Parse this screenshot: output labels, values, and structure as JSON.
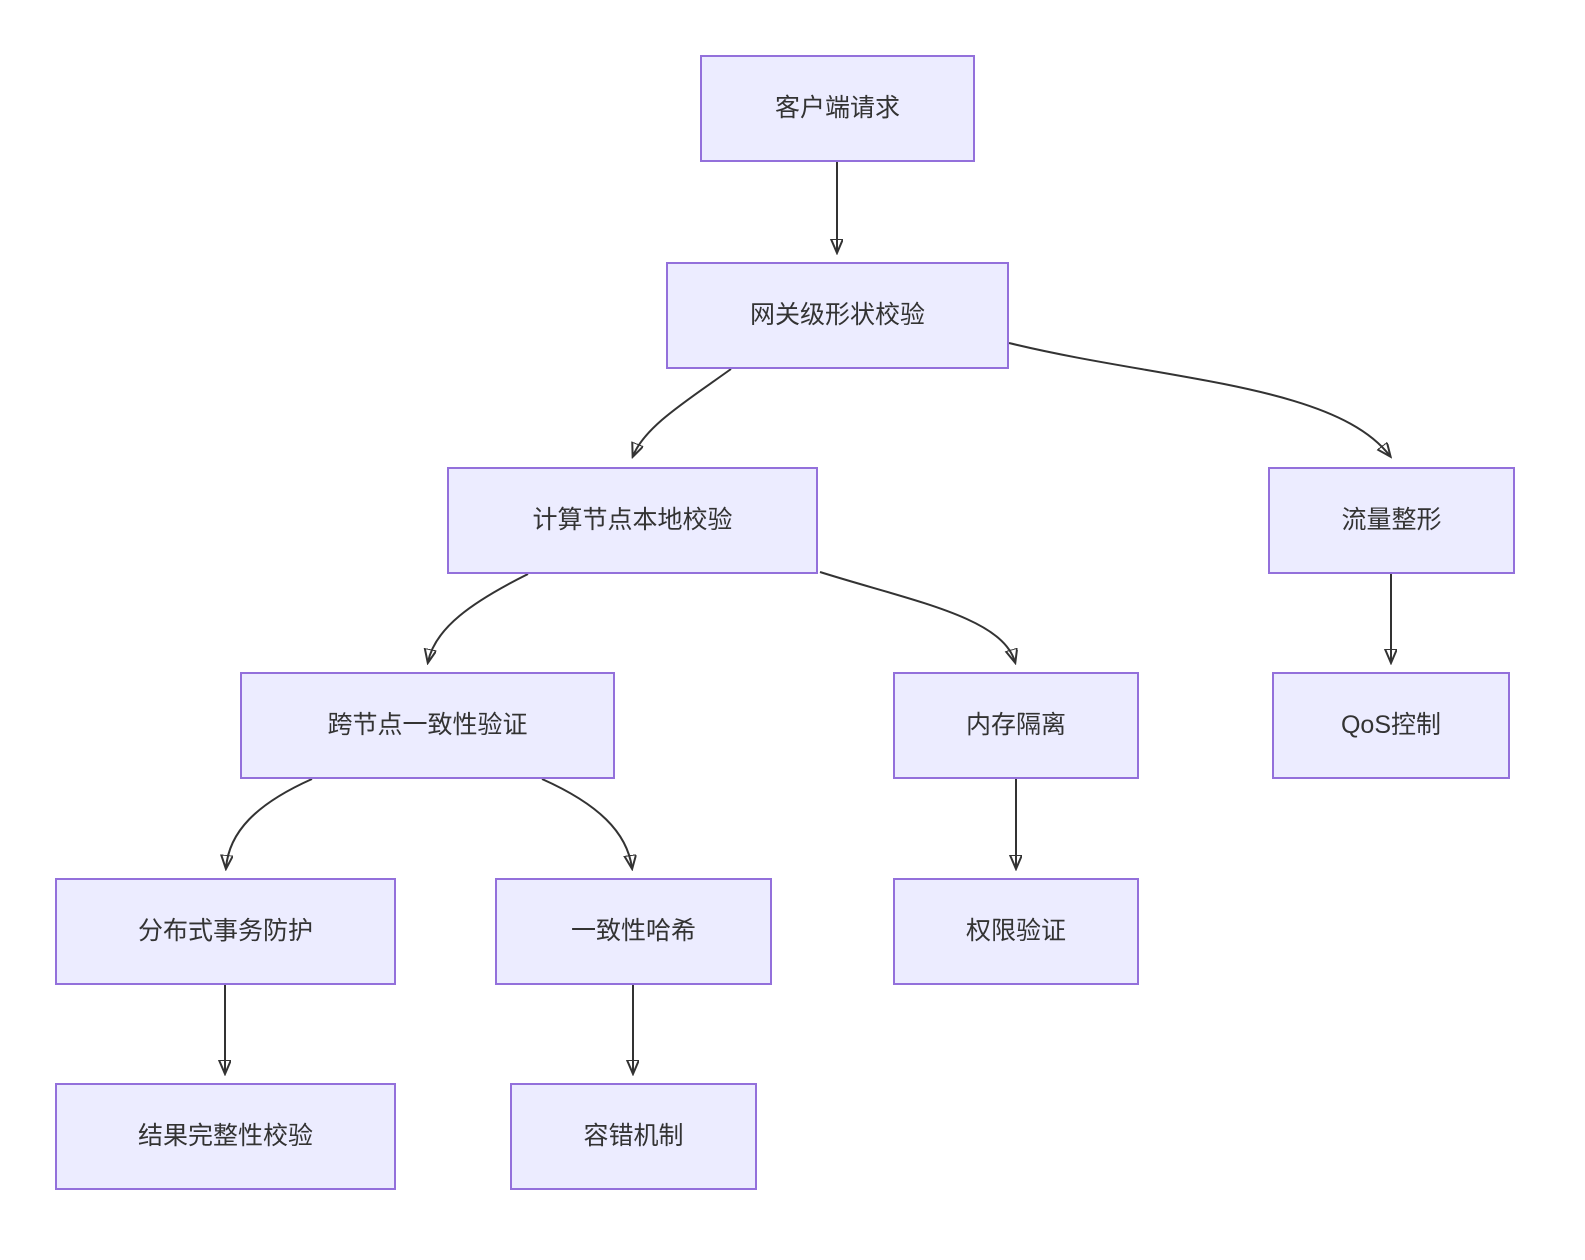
{
  "diagram": {
    "type": "flowchart-top-down",
    "background_color": "#ffffff",
    "node_fill_color": "#ECECFF",
    "node_border_color": "#9370DB",
    "edge_color": "#333333",
    "text_color": "#333333",
    "nodes": [
      {
        "id": "client-request",
        "label": "客户端请求"
      },
      {
        "id": "gateway-shape-validation",
        "label": "网关级形状校验"
      },
      {
        "id": "compute-node-local-validation",
        "label": "计算节点本地校验"
      },
      {
        "id": "traffic-shaping",
        "label": "流量整形"
      },
      {
        "id": "cross-node-consistency-verification",
        "label": "跨节点一致性验证"
      },
      {
        "id": "memory-isolation",
        "label": "内存隔离"
      },
      {
        "id": "qos-control",
        "label": "QoS控制"
      },
      {
        "id": "distributed-transaction-protection",
        "label": "分布式事务防护"
      },
      {
        "id": "consistent-hashing",
        "label": "一致性哈希"
      },
      {
        "id": "permission-verification",
        "label": "权限验证"
      },
      {
        "id": "result-integrity-validation",
        "label": "结果完整性校验"
      },
      {
        "id": "fault-tolerance-mechanism",
        "label": "容错机制"
      }
    ],
    "edges": [
      {
        "from": "client-request",
        "to": "gateway-shape-validation"
      },
      {
        "from": "gateway-shape-validation",
        "to": "compute-node-local-validation"
      },
      {
        "from": "gateway-shape-validation",
        "to": "traffic-shaping"
      },
      {
        "from": "compute-node-local-validation",
        "to": "cross-node-consistency-verification"
      },
      {
        "from": "compute-node-local-validation",
        "to": "memory-isolation"
      },
      {
        "from": "traffic-shaping",
        "to": "qos-control"
      },
      {
        "from": "cross-node-consistency-verification",
        "to": "distributed-transaction-protection"
      },
      {
        "from": "cross-node-consistency-verification",
        "to": "consistent-hashing"
      },
      {
        "from": "memory-isolation",
        "to": "permission-verification"
      },
      {
        "from": "distributed-transaction-protection",
        "to": "result-integrity-validation"
      },
      {
        "from": "consistent-hashing",
        "to": "fault-tolerance-mechanism"
      }
    ]
  }
}
